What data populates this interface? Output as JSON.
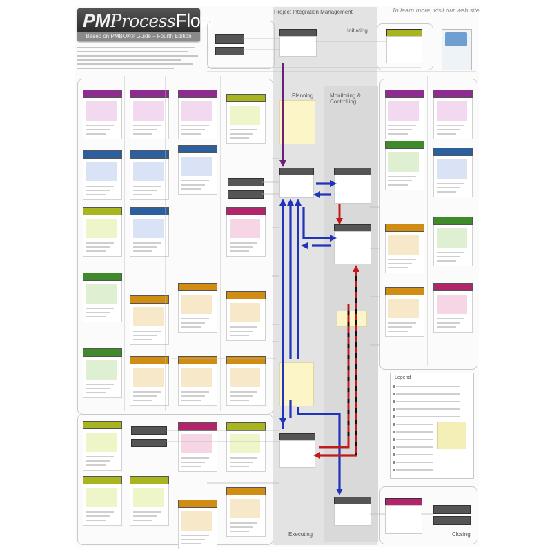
{
  "poster": {
    "logo_pm": "PM",
    "logo_process": "Process",
    "logo_flow": "Flow",
    "logo_tm": "™",
    "logo_subtitle": "Based on PMBOK® Guide – Fourth Edition",
    "top_note": "To learn more, visit our web site",
    "column_header": "Project Integration Management",
    "col_initiating": "Initiating",
    "col_planning": "Planning",
    "col_monitoring": "Monitoring & Controlling",
    "col_executing": "Executing",
    "col_closing": "Closing",
    "legend_title": "Legend"
  },
  "colors": {
    "purple": "#8e2b8f",
    "blue": "#2c5f9e",
    "green": "#3f8a2a",
    "yellow_green": "#a8b51e",
    "orange": "#d18d12",
    "magenta": "#b2256a",
    "dark": "#444444",
    "arrow_blue": "#2233bb",
    "arrow_red": "#c21a1a",
    "arrow_purple": "#6b1f78"
  }
}
